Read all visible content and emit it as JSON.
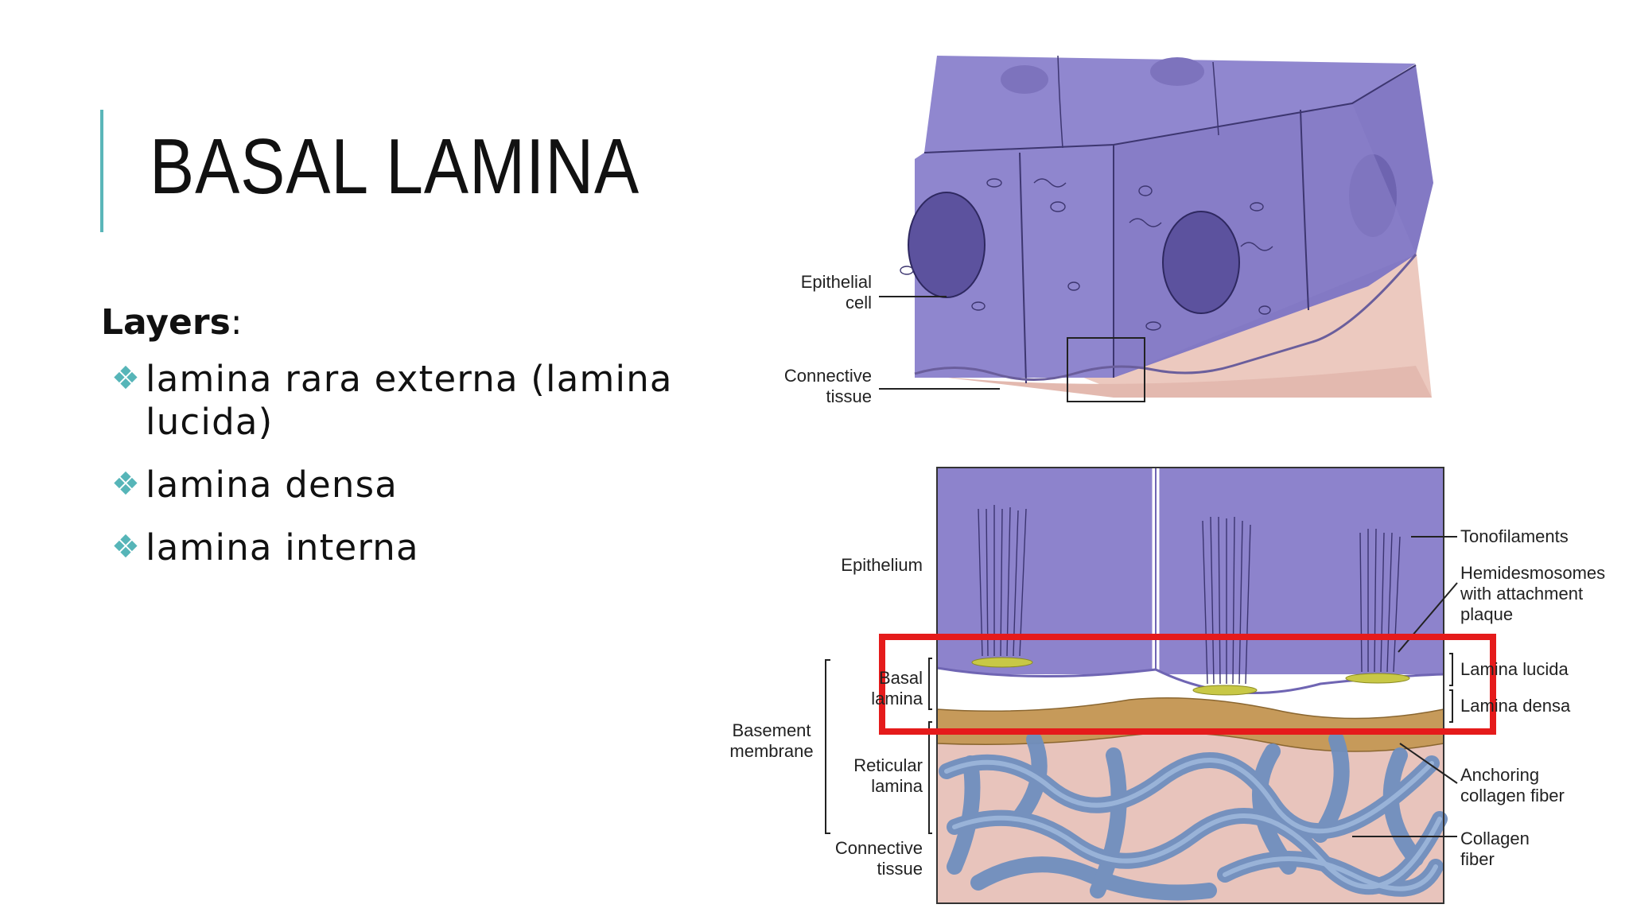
{
  "slide": {
    "title": "BASAL LAMINA",
    "layers_label": "Layers",
    "layers_colon": ":",
    "bullets": [
      "lamina rara externa (lamina lucida)",
      "lamina densa",
      "lamina interna"
    ],
    "bullet_icon": "diamond-bullet-icon"
  },
  "colors": {
    "accent": "#5bb6b9",
    "highlight": "#e51b1b",
    "epithelium": "#8d83cc",
    "lamina_densa": "#c69a5a",
    "collagen": "#7f9fcb",
    "connective": "#e8c4bc"
  },
  "figure": {
    "top_labels": {
      "epithelial_cell": "Epithelial\ncell",
      "connective_tissue": "Connective\ntissue"
    },
    "bottom_labels": {
      "epithelium": "Epithelium",
      "basement_membrane": "Basement\nmembrane",
      "basal_lamina": "Basal\nlamina",
      "reticular_lamina": "Reticular\nlamina",
      "connective_tissue": "Connective\ntissue",
      "tonofilaments": "Tonofilaments",
      "hemidesmosomes": "Hemidesmosomes\nwith attachment\nplaque",
      "lamina_lucida": "Lamina lucida",
      "lamina_densa": "Lamina densa",
      "anchoring_collagen": "Anchoring\ncollagen fiber",
      "collagen_fiber": "Collagen\nfiber"
    }
  }
}
